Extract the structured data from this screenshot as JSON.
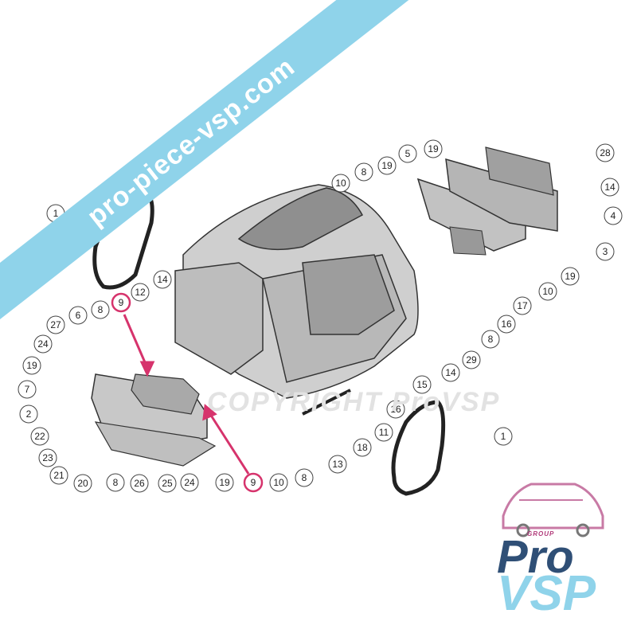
{
  "banner": {
    "text": "pro-piece-vsp.com"
  },
  "watermark": {
    "text": "COPYRIGHT ProVSP"
  },
  "logo": {
    "brand_top": "GROUP",
    "brand_pro": "Pro",
    "brand_vsp": "VSP"
  },
  "colors": {
    "banner": "#8fd3ea",
    "highlight": "#d6336c",
    "logo_dark": "#2f4f76",
    "logo_pink": "#b13a7a"
  },
  "callouts": [
    "1",
    "2",
    "3",
    "4",
    "5",
    "6",
    "7",
    "8",
    "9",
    "10",
    "11",
    "12",
    "13",
    "14",
    "15",
    "16",
    "17",
    "18",
    "19",
    "20",
    "21",
    "22",
    "23",
    "24",
    "25",
    "26",
    "27",
    "28",
    "29"
  ]
}
